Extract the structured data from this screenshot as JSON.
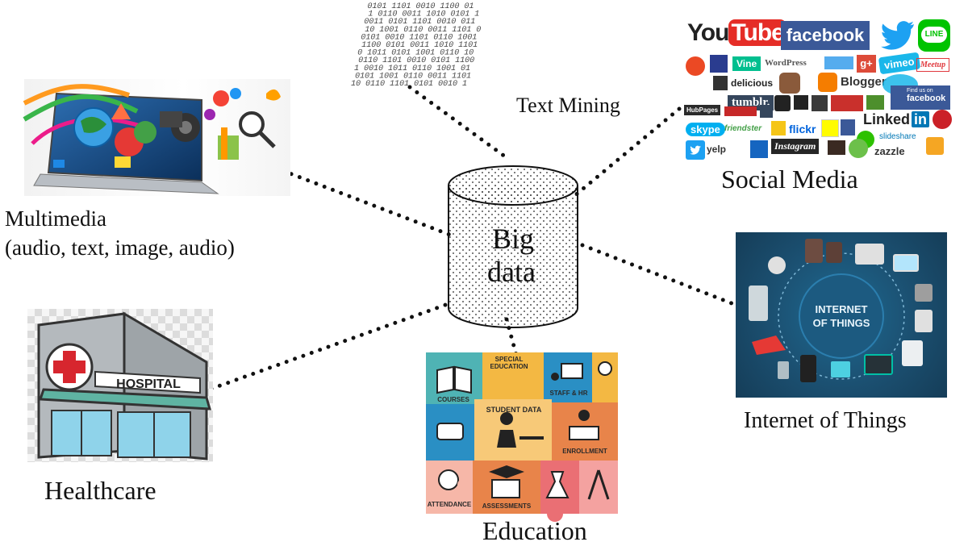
{
  "nodes": {
    "center": {
      "line1": "Big",
      "line2": "data"
    },
    "text_mining": {
      "label": "Text Mining"
    },
    "social_media": {
      "label": "Social Media"
    },
    "multimedia": {
      "line1": "Multimedia",
      "line2": "(audio, text, image, audio)"
    },
    "healthcare": {
      "label": "Healthcare",
      "sign": "HOSPITAL"
    },
    "iot": {
      "label": "Internet of Things",
      "badge_line1": "INTERNET",
      "badge_line2": "OF THINGS"
    },
    "education": {
      "label": "Education",
      "tiles": {
        "courses": "COURSES",
        "special": "SPECIAL EDUCATION",
        "staff": "STAFF & HR",
        "student": "STUDENT DATA",
        "enrollment": "ENROLLMENT",
        "attendance": "ATTENDANCE",
        "assessments": "ASSESSMENTS"
      }
    }
  },
  "social_logos": {
    "youtube_you": "You",
    "youtube_tube": "Tube",
    "facebook": "facebook",
    "line": "LINE",
    "vine": "Vine",
    "wordpress": "WordPress",
    "gplus": "g+",
    "meetup": "Meetup",
    "delicious": "delicious",
    "blogger": "Blogger",
    "tumblr": "tumblr.",
    "find_us": "Find us on",
    "find_us_fb": "facebook",
    "linkedin": "Linked",
    "linkedin_in": "in",
    "skype": "skype",
    "friendster": "friendster",
    "flickr": "flickr",
    "slideshare": "slideshare",
    "yelp": "yelp",
    "instagram": "Instagram",
    "zazzle": "zazzle",
    "hubpages": "HubPages",
    "vimeo": "vimeo"
  },
  "text_mining_stream": [
    "0101 1101 0010 1100 01",
    "1 0110 0011 1010 0101 1",
    "0011 0101 1101 0010 011",
    "10 1001 0110 0011 1101 0",
    "0101 0010 1101 0110 1001",
    "1100 0101 0011 1010 1101",
    "0 1011 0101 1001 0110 10",
    "0110 1101 0010 0101 1100",
    "1 0010 1011 0110 1001 01",
    "0101 1001 0110 0011 1101",
    "10 0110 1101 0101 0010 1"
  ],
  "colors": {
    "dots": "#111111",
    "iot_bg": "#1b4f70",
    "hospital_cross": "#d7262e",
    "hospital_wall": "#9ea4a8",
    "edu_yellow": "#f3b843",
    "edu_teal": "#4fb3b4",
    "edu_blue": "#2a8fc4",
    "edu_pink": "#ea6f74",
    "edu_orange": "#e8844a",
    "youtube_red": "#e52d27",
    "facebook_blue": "#3b5998",
    "twitter_blue": "#1da1f2",
    "line_green": "#00c300"
  }
}
